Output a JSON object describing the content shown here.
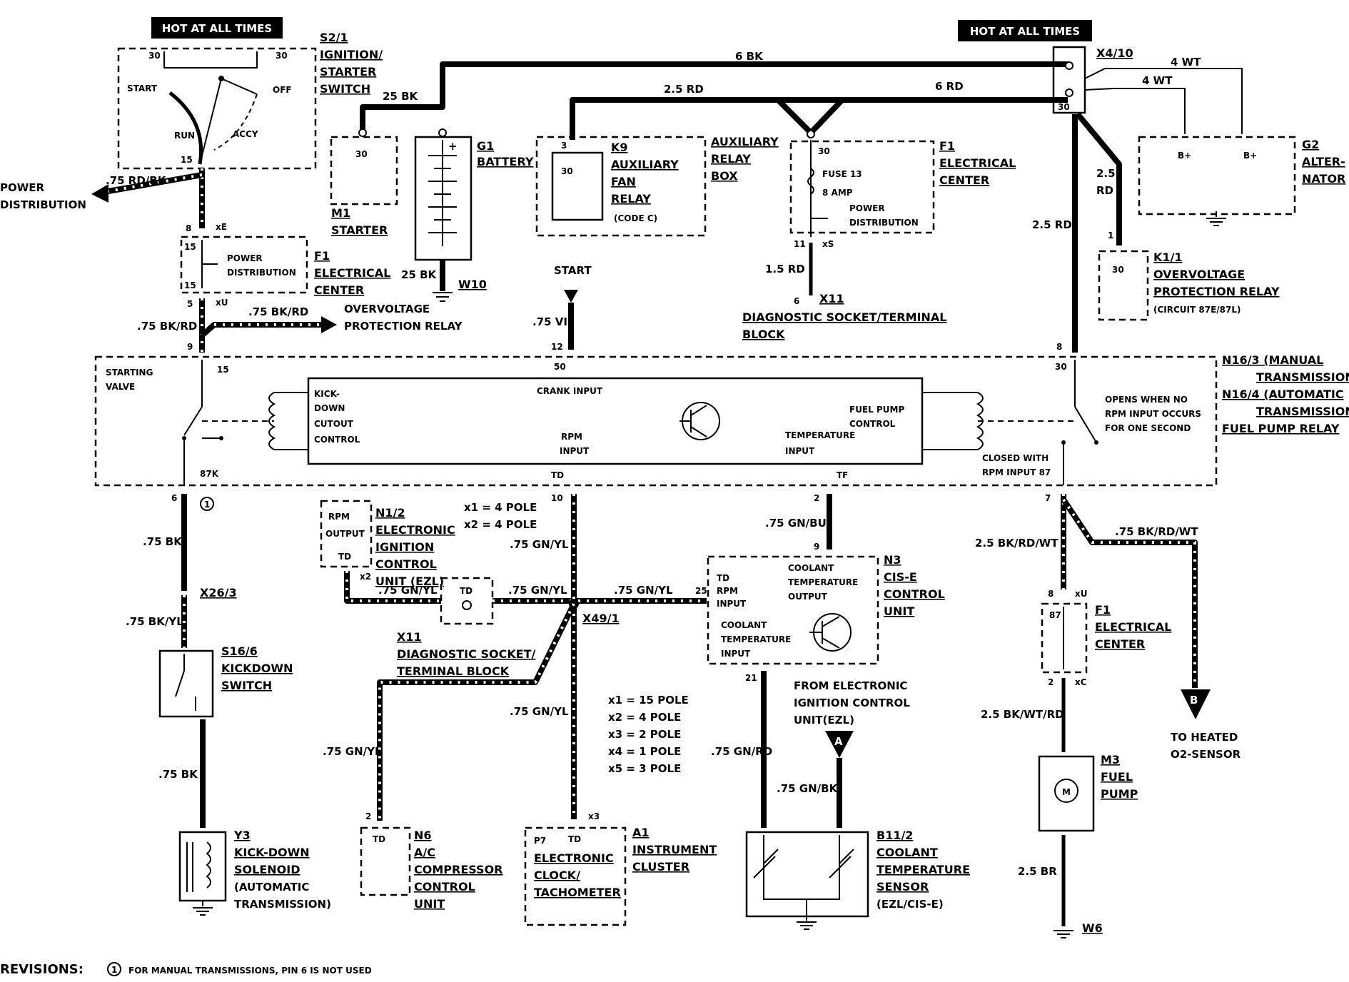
{
  "hot": {
    "left": "HOT AT ALL TIMES",
    "right": "HOT AT ALL TIMES"
  },
  "components": {
    "s2_1": {
      "id": "S2/1",
      "l1": "IGNITION/",
      "l2": "STARTER",
      "l3": "SWITCH",
      "start": "START",
      "off": "OFF",
      "run": "RUN",
      "accy": "ACCY",
      "t30a": "30",
      "t30b": "30",
      "t15": "15"
    },
    "m1": {
      "id": "M1",
      "name": "STARTER",
      "t30": "30"
    },
    "g1": {
      "id": "G1",
      "name": "BATTERY",
      "plus": "+"
    },
    "k9": {
      "id": "K9",
      "l1": "AUXILIARY",
      "l2": "FAN",
      "l3": "RELAY",
      "code": "(CODE C)",
      "t3": "3",
      "t30": "30"
    },
    "aux": {
      "l1": "AUXILIARY",
      "l2": "RELAY",
      "l3": "BOX"
    },
    "f1_top": {
      "id": "F1",
      "l1": "ELECTRICAL",
      "l2": "CENTER",
      "fuse": "FUSE 13",
      "amp": "8 AMP",
      "pd1": "POWER",
      "pd2": "DISTRIBUTION",
      "t30": "30",
      "pin11": "11",
      "xs": "xS"
    },
    "x4_10": {
      "id": "X4/10",
      "t30": "30"
    },
    "g2": {
      "id": "G2",
      "l1": "ALTER-",
      "l2": "NATOR",
      "b1": "B+",
      "b2": "B+"
    },
    "k1_1": {
      "id": "K1/1",
      "l1": "OVERVOLTAGE",
      "l2": "PROTECTION RELAY",
      "l3": "(CIRCUIT 87E/87L)",
      "t30": "30",
      "pin1": "1"
    },
    "f1_left": {
      "id": "F1",
      "l1": "ELECTRICAL",
      "l2": "CENTER",
      "pd1": "POWER",
      "pd2": "DISTRIBUTION",
      "t15a": "15",
      "t15b": "15",
      "pin8": "8",
      "xE": "xE",
      "pin5": "5",
      "xU": "xU"
    },
    "x11_top": {
      "pin": "6",
      "id": "X11",
      "l1": "DIAGNOSTIC SOCKET/TERMINAL",
      "l2": "BLOCK"
    },
    "n16": {
      "l1": "N16/3 (MANUAL",
      "l2": "TRANSMISSION)",
      "l3": "N16/4 (AUTOMATIC",
      "l4": "TRANSMISSION)",
      "l5": "FUEL PUMP RELAY",
      "starting1": "STARTING",
      "starting2": "VALVE",
      "kick1": "KICK-",
      "kick2": "DOWN",
      "kick3": "CUTOUT",
      "kick4": "CONTROL",
      "crank": "CRANK INPUT",
      "rpm1": "RPM",
      "rpm2": "INPUT",
      "temp1": "TEMPERATURE",
      "temp2": "INPUT",
      "fp1": "FUEL PUMP",
      "fp2": "CONTROL",
      "open1": "OPENS WHEN NO",
      "open2": "RPM INPUT OCCURS",
      "open3": "FOR ONE SECOND",
      "closed1": "CLOSED WITH",
      "closed2": "RPM INPUT 87",
      "t15": "15",
      "t50": "50",
      "t30": "30",
      "t87k": "87K",
      "td": "TD",
      "tf": "TF",
      "p9": "9",
      "p12": "12",
      "p8": "8",
      "p6": "6",
      "p10": "10",
      "p2": "2",
      "p7": "7"
    },
    "n1_2": {
      "id": "N1/2",
      "l1": "ELECTRONIC",
      "l2": "IGNITION",
      "l3": "CONTROL",
      "l4": "UNIT (EZL)",
      "rpm": "RPM",
      "out": "OUTPUT",
      "td": "TD",
      "x2": "x2"
    },
    "x11_mid": {
      "id": "X11",
      "l1": "DIAGNOSTIC SOCKET/",
      "l2": "TERMINAL BLOCK",
      "td": "TD"
    },
    "x49_1": {
      "id": "X49/1"
    },
    "n3": {
      "id": "N3",
      "l1": "CIS-E",
      "l2": "CONTROL",
      "l3": "UNIT",
      "td": "TD",
      "rpm": "RPM",
      "input": "INPUT",
      "c1": "COOLANT",
      "c2": "TEMPERATURE",
      "c3": "OUTPUT",
      "ci1": "COOLANT",
      "ci2": "TEMPERATURE",
      "ci3": "INPUT",
      "p9": "9",
      "p25": "25",
      "p21": "21"
    },
    "s16_6": {
      "id": "S16/6",
      "l1": "KICKDOWN",
      "l2": "SWITCH"
    },
    "x26_3": {
      "id": "X26/3"
    },
    "y3": {
      "id": "Y3",
      "l1": "KICK-DOWN",
      "l2": "SOLENOID",
      "l3": "(AUTOMATIC",
      "l4": "TRANSMISSION)"
    },
    "n6": {
      "id": "N6",
      "l1": "A/C",
      "l2": "COMPRESSOR",
      "l3": "CONTROL",
      "l4": "UNIT",
      "td": "TD",
      "pin": "2"
    },
    "a1": {
      "id": "A1",
      "l1": "INSTRUMENT",
      "l2": "CLUSTER",
      "p7": "P7",
      "c1": "ELECTRONIC",
      "c2": "CLOCK/",
      "c3": "TACHOMETER",
      "td": "TD",
      "x3": "x3"
    },
    "b11_2": {
      "id": "B11/2",
      "l1": "COOLANT",
      "l2": "TEMPERATURE",
      "l3": "SENSOR",
      "l4": "(EZL/CIS-E)"
    },
    "f1_right": {
      "id": "F1",
      "l1": "ELECTRICAL",
      "l2": "CENTER",
      "t87": "87",
      "pin8": "8",
      "xU": "xU",
      "pin2": "2",
      "xC": "xC"
    },
    "m3": {
      "id": "M3",
      "l1": "FUEL",
      "l2": "PUMP",
      "m": "M"
    },
    "w_grounds": {
      "w10": "W10",
      "w6": "W6"
    }
  },
  "wires": {
    "bk6": "6 BK",
    "rd25": "2.5 RD",
    "rd6": "6 RD",
    "bk25a": "25 BK",
    "bk25b": "25 BK",
    "wt4a": "4 WT",
    "wt4b": "4 WT",
    "rd25_alt1": "2.5",
    "rd25_alt2": "RD",
    "rd25_k1": "2.5 RD",
    "rd15": "1.5 RD",
    "rdbk075": ".75 RD/BK",
    "bkrd075a": ".75 BK/RD",
    "bkrd075b": ".75 BK/RD",
    "vi075": ".75 VI",
    "bk075a": ".75 BK",
    "bkyl075": ".75 BK/YL",
    "bk075b": ".75 BK",
    "gnyl1": ".75 GN/YL",
    "gnyl2": ".75 GN/YL",
    "gnyl3": ".75 GN/YL",
    "gnyl4": ".75 GN/YL",
    "gnyl5": ".75 GN/YL",
    "gnyl6": ".75 GN/YL",
    "gnbu": ".75 GN/BU",
    "gnrd": ".75 GN/RD",
    "gnbk": ".75 GN/BK",
    "bkrdwt25": "2.5 BK/RD/WT",
    "bkrdwt075": ".75 BK/RD/WT",
    "bkwtrd25": "2.5 BK/WT/RD",
    "br25": "2.5 BR"
  },
  "labels": {
    "power_dist1": "POWER",
    "power_dist2": "DISTRIBUTION",
    "ovp1": "OVERVOLTAGE",
    "ovp2": "PROTECTION RELAY",
    "start": "START",
    "pole_a1": "x1 = 4 POLE",
    "pole_a2": "x2 = 4 POLE",
    "pole_b1": "x1 = 15 POLE",
    "pole_b2": "x2 = 4 POLE",
    "pole_b3": "x3 = 2 POLE",
    "pole_b4": "x4 = 1 POLE",
    "pole_b5": "x5 = 3 POLE",
    "from1": "FROM ELECTRONIC",
    "from2": "IGNITION CONTROL",
    "from3": "UNIT(EZL)",
    "arrow_a": "A",
    "arrow_b": "B",
    "to1": "TO HEATED",
    "to2": "O2-SENSOR",
    "circle1": "1",
    "revisions": "REVISIONS:",
    "rev_note": "FOR MANUAL TRANSMISSIONS, PIN 6 IS NOT USED"
  }
}
